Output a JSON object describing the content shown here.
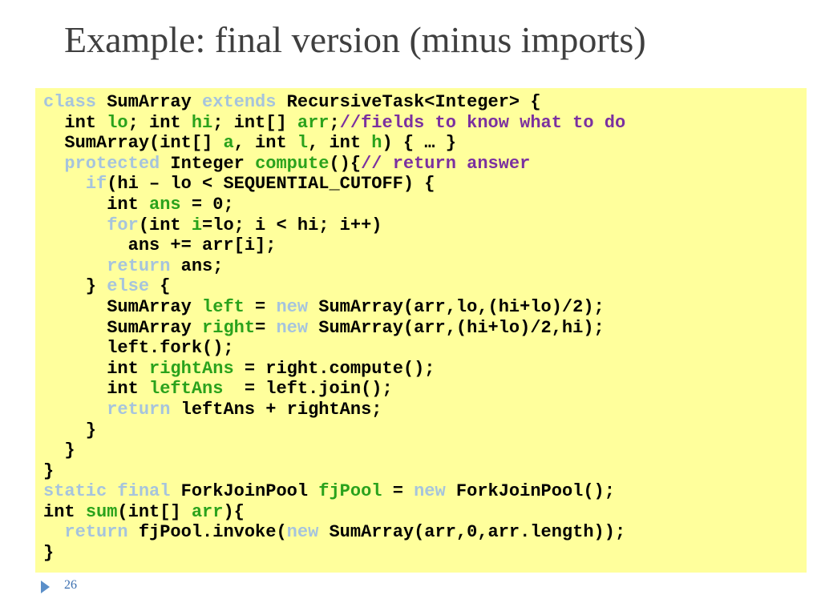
{
  "slide": {
    "title": "Example: final version (minus imports)",
    "page_number": "26"
  },
  "colors": {
    "keyword": "#a6c4dd",
    "identifier": "#2aa21c",
    "comment": "#7b30a0",
    "plain": "#000000",
    "code_background": "#ffff9c",
    "title": "#3f3f3f",
    "accent": "#5b8fc9"
  },
  "code": {
    "lines": [
      [
        [
          "kw",
          "class"
        ],
        [
          "pl",
          " SumArray "
        ],
        [
          "kw",
          "extends"
        ],
        [
          "pl",
          " RecursiveTask<Integer> {"
        ]
      ],
      [
        [
          "pl",
          "  int "
        ],
        [
          "id",
          "lo"
        ],
        [
          "pl",
          "; int "
        ],
        [
          "id",
          "hi"
        ],
        [
          "pl",
          "; int[] "
        ],
        [
          "id",
          "arr"
        ],
        [
          "pl",
          ";"
        ],
        [
          "cm",
          "//fields to know what to do"
        ]
      ],
      [
        [
          "pl",
          "  SumArray(int[] "
        ],
        [
          "id",
          "a"
        ],
        [
          "pl",
          ", int "
        ],
        [
          "id",
          "l"
        ],
        [
          "pl",
          ", int "
        ],
        [
          "id",
          "h"
        ],
        [
          "pl",
          ") { … }"
        ]
      ],
      [
        [
          "pl",
          "  "
        ],
        [
          "kw",
          "protected"
        ],
        [
          "pl",
          " Integer "
        ],
        [
          "id",
          "compute"
        ],
        [
          "pl",
          "(){"
        ],
        [
          "cm",
          "// return answer"
        ]
      ],
      [
        [
          "pl",
          "    "
        ],
        [
          "kw",
          "if"
        ],
        [
          "pl",
          "(hi – lo < SEQUENTIAL_CUTOFF) {"
        ]
      ],
      [
        [
          "pl",
          "      int "
        ],
        [
          "id",
          "ans"
        ],
        [
          "pl",
          " = 0;"
        ]
      ],
      [
        [
          "pl",
          "      "
        ],
        [
          "kw",
          "for"
        ],
        [
          "pl",
          "(int "
        ],
        [
          "id",
          "i"
        ],
        [
          "pl",
          "=lo; i < hi; i++)"
        ]
      ],
      [
        [
          "pl",
          "        ans += arr[i];"
        ]
      ],
      [
        [
          "pl",
          "      "
        ],
        [
          "kw",
          "return"
        ],
        [
          "pl",
          " ans;"
        ]
      ],
      [
        [
          "pl",
          "    } "
        ],
        [
          "kw",
          "else"
        ],
        [
          "pl",
          " {"
        ]
      ],
      [
        [
          "pl",
          "      SumArray "
        ],
        [
          "id",
          "left"
        ],
        [
          "pl",
          " = "
        ],
        [
          "kw",
          "new"
        ],
        [
          "pl",
          " SumArray(arr,lo,(hi+lo)/2);"
        ]
      ],
      [
        [
          "pl",
          "      SumArray "
        ],
        [
          "id",
          "right"
        ],
        [
          "pl",
          "= "
        ],
        [
          "kw",
          "new"
        ],
        [
          "pl",
          " SumArray(arr,(hi+lo)/2,hi);"
        ]
      ],
      [
        [
          "pl",
          "      left.fork();"
        ]
      ],
      [
        [
          "pl",
          "      int "
        ],
        [
          "id",
          "rightAns"
        ],
        [
          "pl",
          " = right.compute();"
        ]
      ],
      [
        [
          "pl",
          "      int "
        ],
        [
          "id",
          "leftAns"
        ],
        [
          "pl",
          "  = left.join();"
        ]
      ],
      [
        [
          "pl",
          "      "
        ],
        [
          "kw",
          "return"
        ],
        [
          "pl",
          " leftAns + rightAns;"
        ]
      ],
      [
        [
          "pl",
          "    }"
        ]
      ],
      [
        [
          "pl",
          "  }"
        ]
      ],
      [
        [
          "pl",
          "}"
        ]
      ],
      [
        [
          "kw",
          "static"
        ],
        [
          "pl",
          " "
        ],
        [
          "kw",
          "final"
        ],
        [
          "pl",
          " ForkJoinPool "
        ],
        [
          "id",
          "fjPool"
        ],
        [
          "pl",
          " = "
        ],
        [
          "kw",
          "new"
        ],
        [
          "pl",
          " ForkJoinPool();"
        ]
      ],
      [
        [
          "pl",
          "int "
        ],
        [
          "id",
          "sum"
        ],
        [
          "pl",
          "(int[] "
        ],
        [
          "id",
          "arr"
        ],
        [
          "pl",
          "){"
        ]
      ],
      [
        [
          "pl",
          "  "
        ],
        [
          "kw",
          "return"
        ],
        [
          "pl",
          " fjPool.invoke("
        ],
        [
          "kw",
          "new"
        ],
        [
          "pl",
          " SumArray(arr,0,arr.length));"
        ]
      ],
      [
        [
          "pl",
          "}"
        ]
      ]
    ]
  }
}
